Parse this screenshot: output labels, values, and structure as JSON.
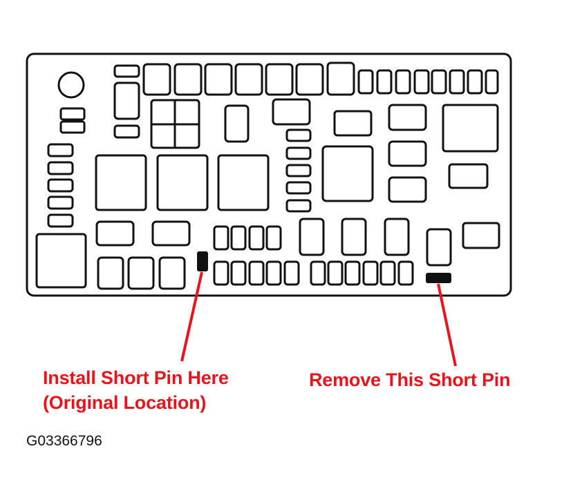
{
  "colors": {
    "accent": "#e8141c",
    "outline": "#111111",
    "board_fill": "#ffffff",
    "short_pin": "#111111"
  },
  "labels": {
    "install_line1": "Install Short Pin Here",
    "install_line2": "(Original Location)",
    "remove": "Remove This Short Pin"
  },
  "figure_id": "G03366796"
}
